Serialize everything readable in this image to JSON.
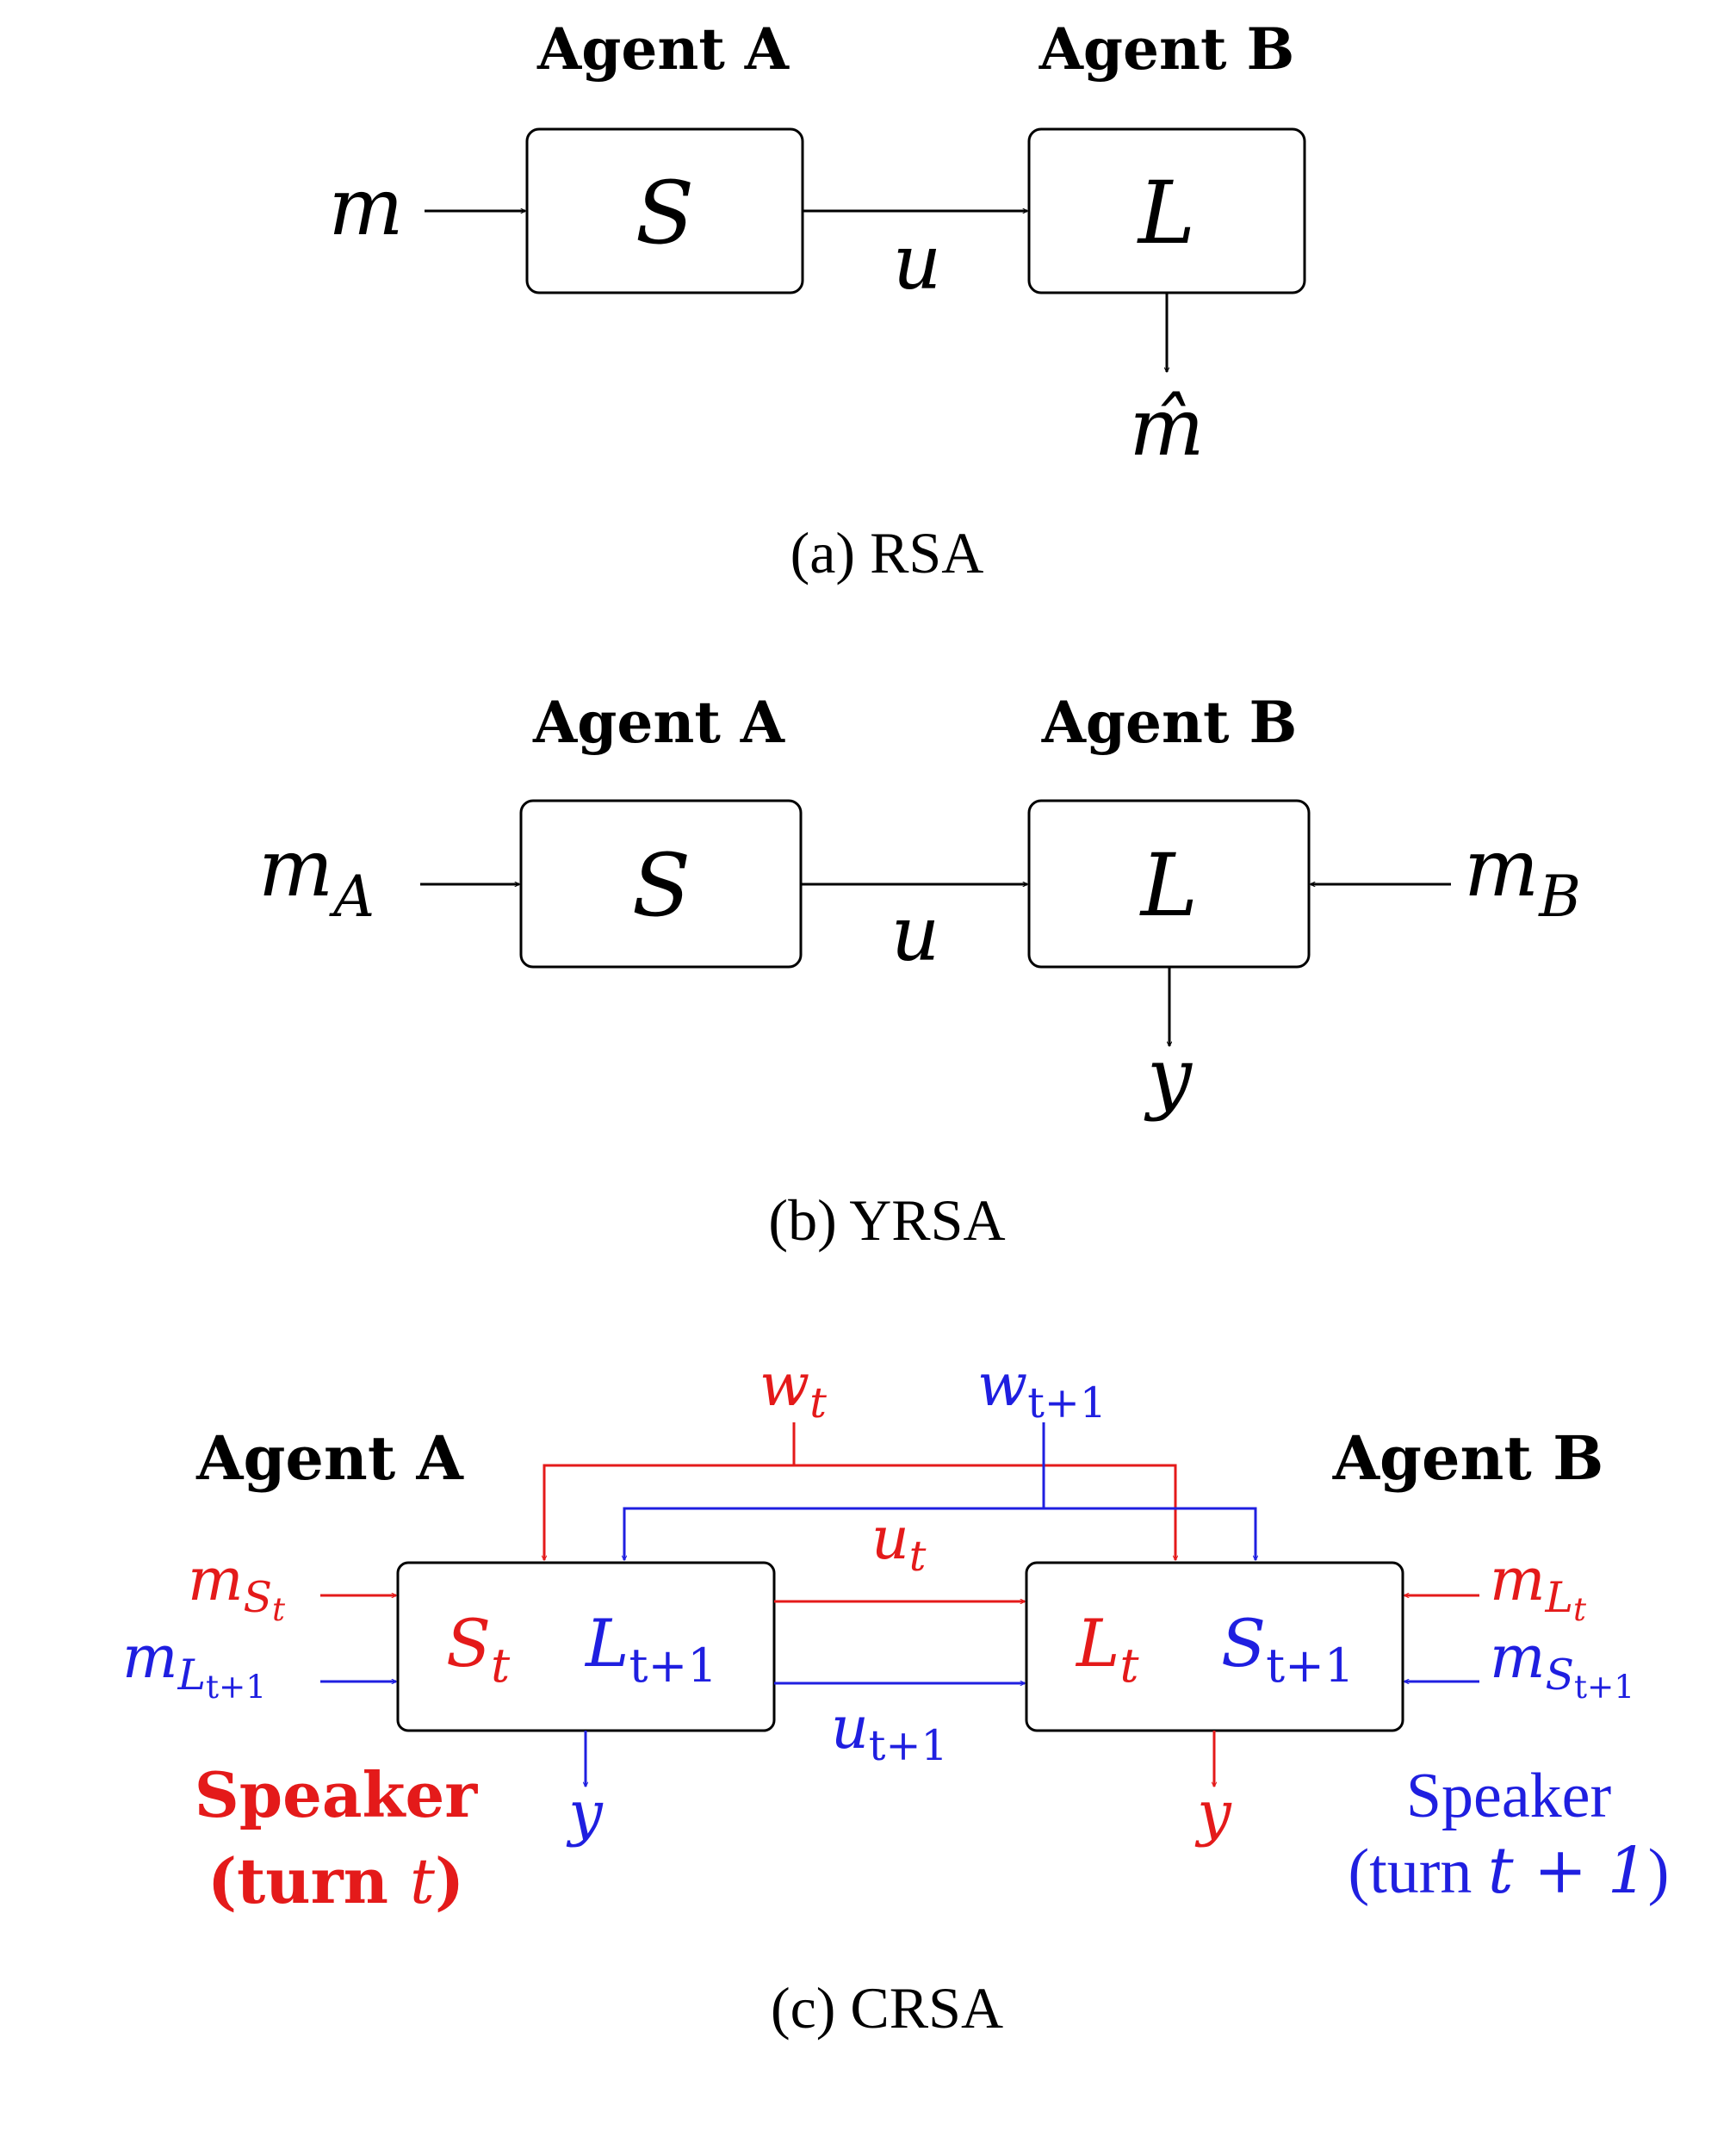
{
  "colors": {
    "black": "#000000",
    "red": "#e41a1a",
    "blue": "#1f1fe0"
  },
  "panel_a": {
    "agent_a_label": "Agent A",
    "agent_b_label": "Agent B",
    "speaker_box": "S",
    "listener_box": "L",
    "input_label": "m",
    "utterance_label": "u",
    "output_label": "m̂",
    "caption": "(a) RSA"
  },
  "panel_b": {
    "agent_a_label": "Agent A",
    "agent_b_label": "Agent B",
    "speaker_box": "S",
    "listener_box": "L",
    "input_a_base": "m",
    "input_a_sub": "A",
    "input_b_base": "m",
    "input_b_sub": "B",
    "utterance_label": "u",
    "output_label": "y",
    "caption": "(b) YRSA"
  },
  "panel_c": {
    "agent_a_label": "Agent A",
    "agent_b_label": "Agent B",
    "w_t": {
      "base": "w",
      "sub": "t"
    },
    "w_t1": {
      "base": "w",
      "sub": "t+1"
    },
    "u_t": {
      "base": "u",
      "sub": "t"
    },
    "u_t1": {
      "base": "u",
      "sub": "t+1"
    },
    "box_a_left": {
      "base": "S",
      "sub": "t"
    },
    "box_a_right": {
      "base": "L",
      "sub": "t+1"
    },
    "box_b_left": {
      "base": "L",
      "sub": "t"
    },
    "box_b_right": {
      "base": "S",
      "sub": "t+1"
    },
    "m_s_t": {
      "base": "m",
      "sub": "S",
      "subsub": "t"
    },
    "m_l_t1": {
      "base": "m",
      "sub": "L",
      "subsub": "t+1"
    },
    "m_l_t": {
      "base": "m",
      "sub": "L",
      "subsub": "t"
    },
    "m_s_t1": {
      "base": "m",
      "sub": "S",
      "subsub": "t+1"
    },
    "y_a": "y",
    "y_b": "y",
    "speaker_a_line1": "Speaker",
    "speaker_a_line2_pre": "(turn ",
    "speaker_a_line2_var": "t",
    "speaker_a_line2_post": ")",
    "speaker_b_line1": "Speaker",
    "speaker_b_line2_pre": "(turn ",
    "speaker_b_line2_var": "t + 1",
    "speaker_b_line2_post": ")",
    "caption": "(c) CRSA"
  }
}
